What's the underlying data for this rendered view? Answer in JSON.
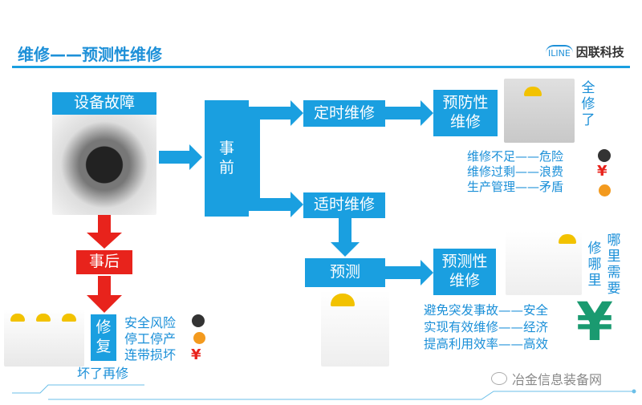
{
  "header": {
    "title": "维修——预测性维修",
    "logo_text": "ILINE",
    "logo_company": "因联科技"
  },
  "flow": {
    "fault": "设备故障",
    "before": "事前",
    "after": "事后",
    "scheduled": "定时维修",
    "timely": "适时维修",
    "predict": "预测",
    "preventive": "预防性维修",
    "predictive": "预测性维修",
    "repair": "修复",
    "all_repaired": "全修了",
    "repair_where": "修哪里",
    "where_needed": "哪里需要",
    "repair_after_break": "坏了再修"
  },
  "preventive_notes": [
    "维修不足——危险",
    "维修过剩——浪费",
    "生产管理——矛盾"
  ],
  "predictive_notes": [
    "避免突发事故——安全",
    "实现有效维修——经济",
    "提高利用效率——高效"
  ],
  "repair_notes": [
    "安全风险",
    "停工停产",
    "连带损坏"
  ],
  "watermark": "冶金信息装备网",
  "colors": {
    "accent": "#1a9fe0",
    "danger": "#e8231c",
    "money": "#1a9a70"
  }
}
